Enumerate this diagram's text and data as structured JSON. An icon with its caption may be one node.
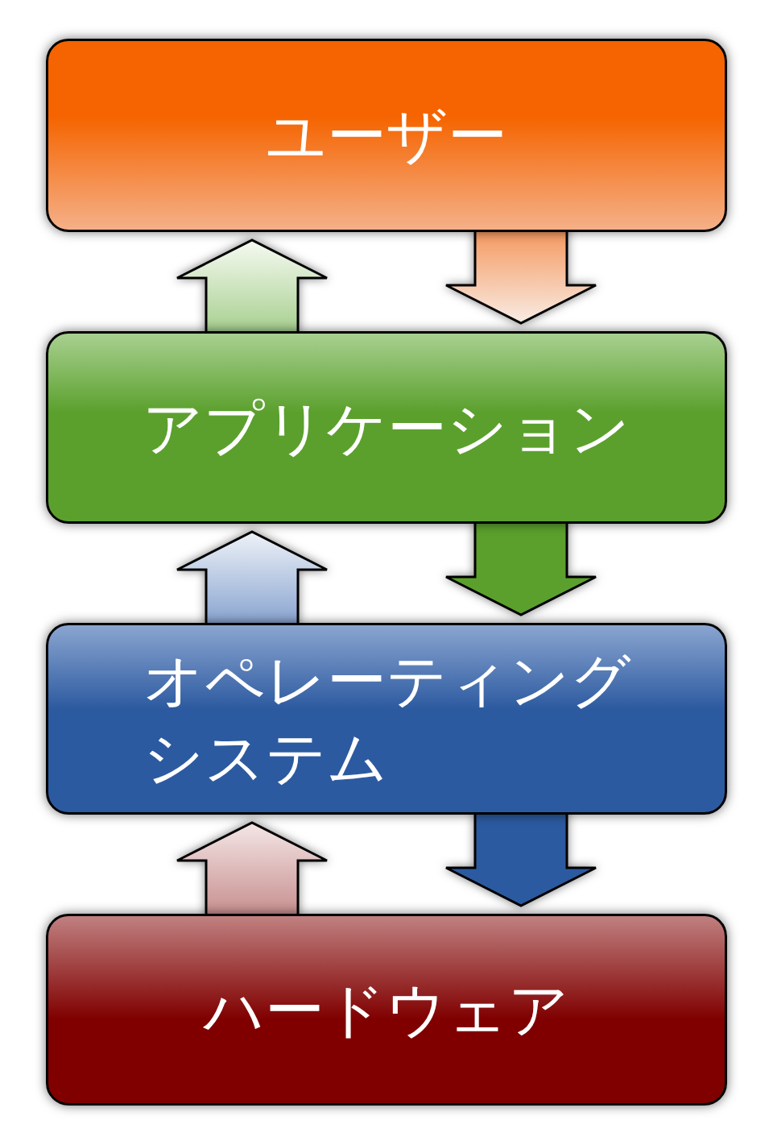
{
  "diagram": {
    "nodes": [
      {
        "text": [
          "ユーザー"
        ]
      },
      {
        "text": [
          "アプリケーション"
        ]
      },
      {
        "text": [
          "オペレーティングシステム"
        ]
      },
      {
        "text": [
          "ハードウェア"
        ]
      }
    ],
    "edges": [
      {
        "from": 0,
        "to": 1,
        "arrow": "to"
      },
      {
        "from": 1,
        "to": 0,
        "arrow": "to"
      },
      {
        "from": 1,
        "to": 2,
        "arrow": "to"
      },
      {
        "from": 2,
        "to": 1,
        "arrow": "to"
      },
      {
        "from": 2,
        "to": 3,
        "arrow": "to"
      },
      {
        "from": 3,
        "to": 2,
        "arrow": "to"
      }
    ]
  }
}
